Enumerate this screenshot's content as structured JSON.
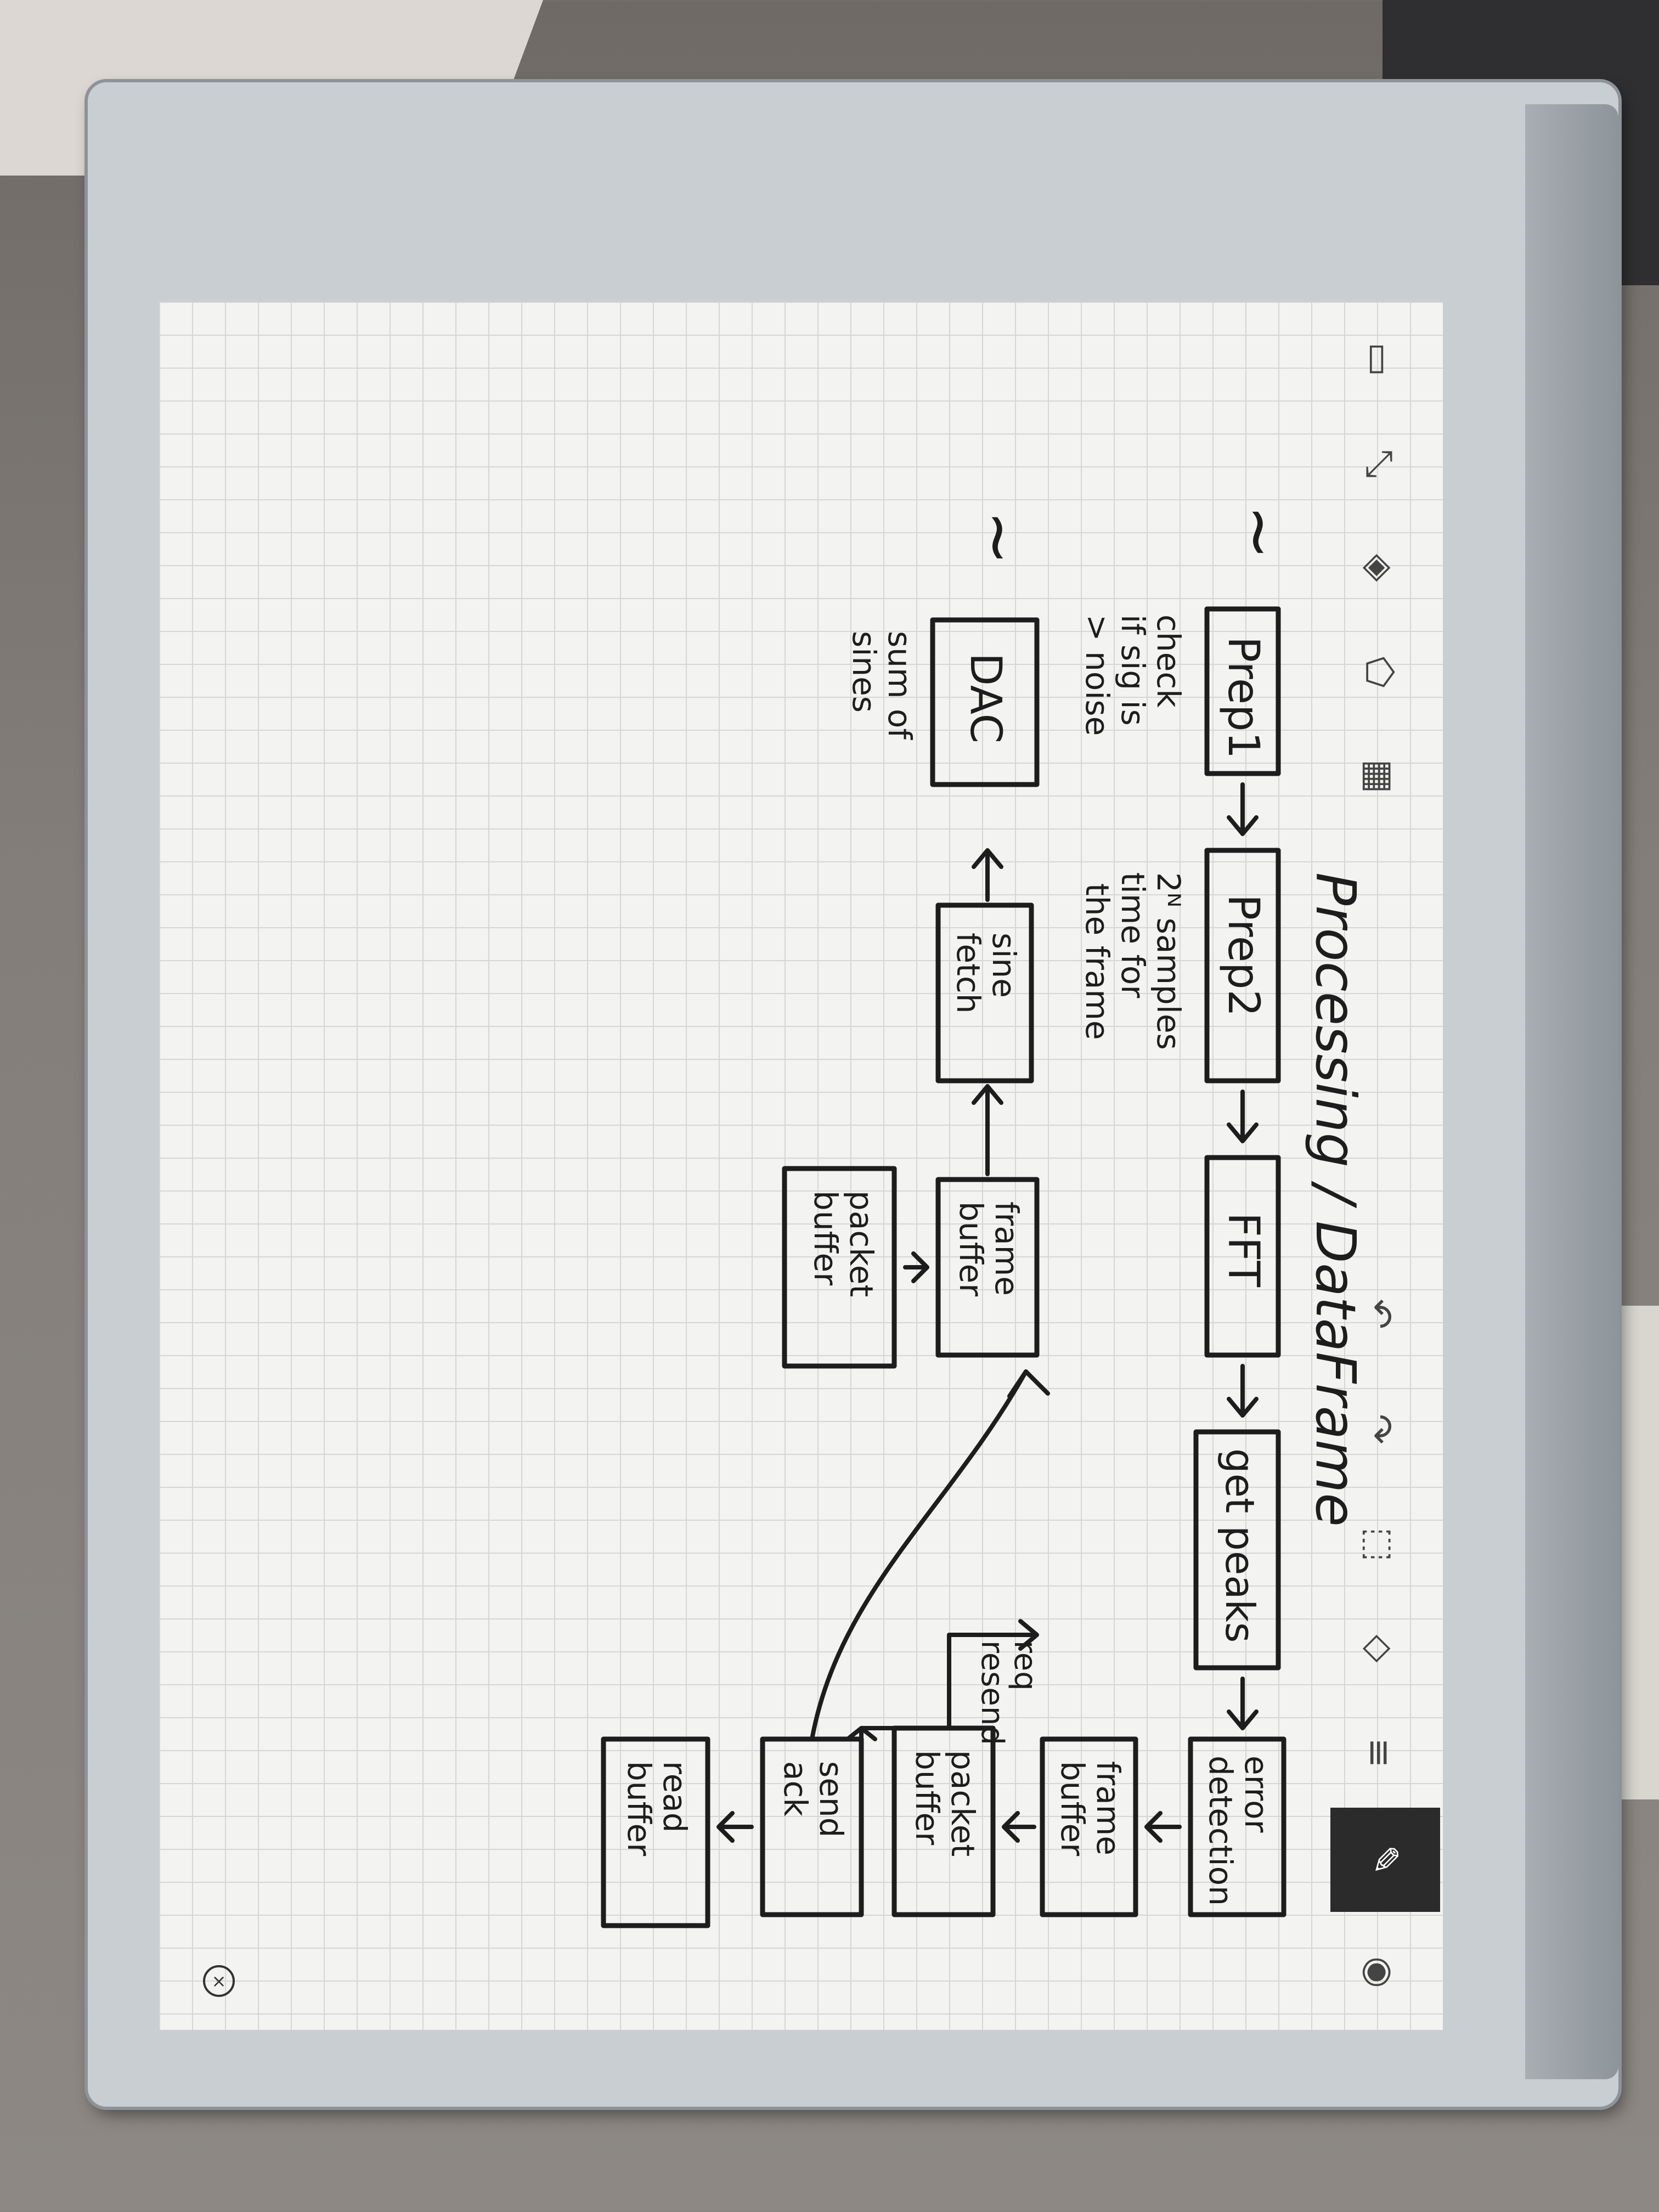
{
  "title": "Processing / DataFrame",
  "diagram": {
    "blocks": {
      "prep1": "Prep1",
      "prep2": "Prep2",
      "fft": "FFT",
      "get_peaks": "get peaks",
      "error_detection": [
        "error",
        "detection"
      ],
      "frame_buffer_right": [
        "frame",
        "buffer"
      ],
      "packet_buffer_right": [
        "packet",
        "buffer"
      ],
      "send_ack": [
        "send",
        "ack"
      ],
      "read_buffer": [
        "read",
        "buffer"
      ],
      "frame_buffer_center": [
        "frame",
        "buffer"
      ],
      "packet_buffer_center": [
        "packet",
        "buffer"
      ],
      "sine_fetch": [
        "sine",
        "fetch"
      ],
      "dac": "DAC"
    },
    "notes": {
      "check": [
        "check",
        "if sig is",
        "> noise"
      ],
      "samples": [
        "2ᴺ samples",
        "time for",
        "the frame"
      ],
      "sum_of_sines": [
        "sum of",
        "sines"
      ],
      "req_resend": [
        "req",
        "resend"
      ]
    },
    "signal_glyph": "~"
  },
  "toolbar": {
    "icons": [
      "page-icon",
      "expand-icon",
      "layers-icon",
      "eraser-icon",
      "grid-icon",
      "undo-icon",
      "redo-icon",
      "select-icon",
      "tag-icon",
      "menu-icon",
      "pen-icon",
      "circle-icon"
    ]
  }
}
